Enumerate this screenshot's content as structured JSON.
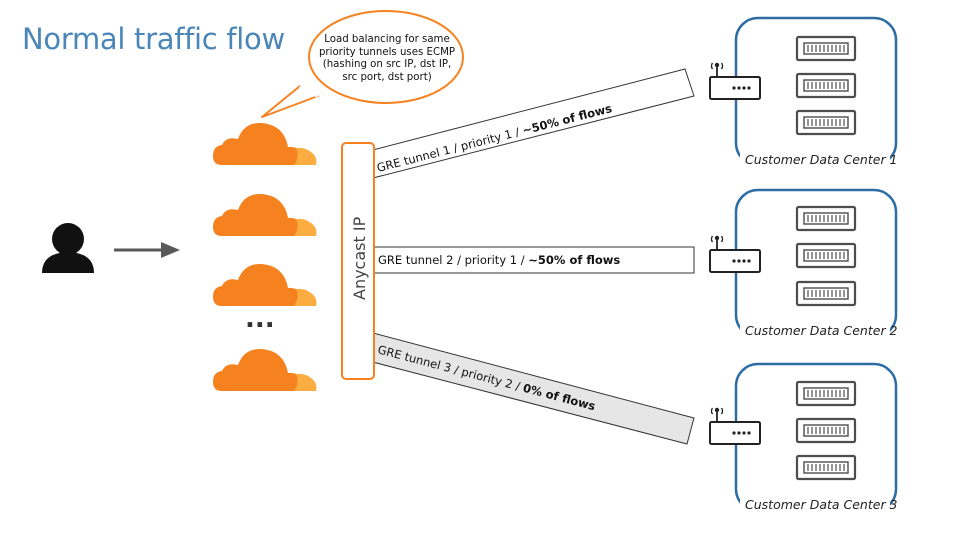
{
  "title": "Normal traffic flow",
  "callout": "Load balancing for same priority tunnels uses ECMP (hashing on src IP, dst IP, src port, dst port)",
  "anycast_label": "Anycast IP",
  "ellipsis": "...",
  "tunnels": [
    {
      "label": "GRE tunnel 1 / priority 1 / ",
      "share": "~50% of flows"
    },
    {
      "label": "GRE tunnel 2 / priority 1 / ",
      "share": "~50% of flows"
    },
    {
      "label": "GRE tunnel 3 / priority 2 / ",
      "share": "0% of flows"
    }
  ],
  "data_centers": [
    {
      "label": "Customer Data Center 1"
    },
    {
      "label": "Customer Data Center 2"
    },
    {
      "label": "Customer Data Center 3"
    }
  ],
  "icons": {
    "user": "user-icon",
    "arrow": "arrow-right-icon",
    "cloud": "cloudflare-cloud-icon",
    "router": "router-icon",
    "server": "server-icon"
  },
  "colors": {
    "title": "#4a86b8",
    "orange": "#f6821f",
    "orange_light": "#fbad41",
    "dc_border": "#2e6da4",
    "tunnel_active_fill": "#ffffff",
    "tunnel_inactive_fill": "#e6e6e6"
  }
}
